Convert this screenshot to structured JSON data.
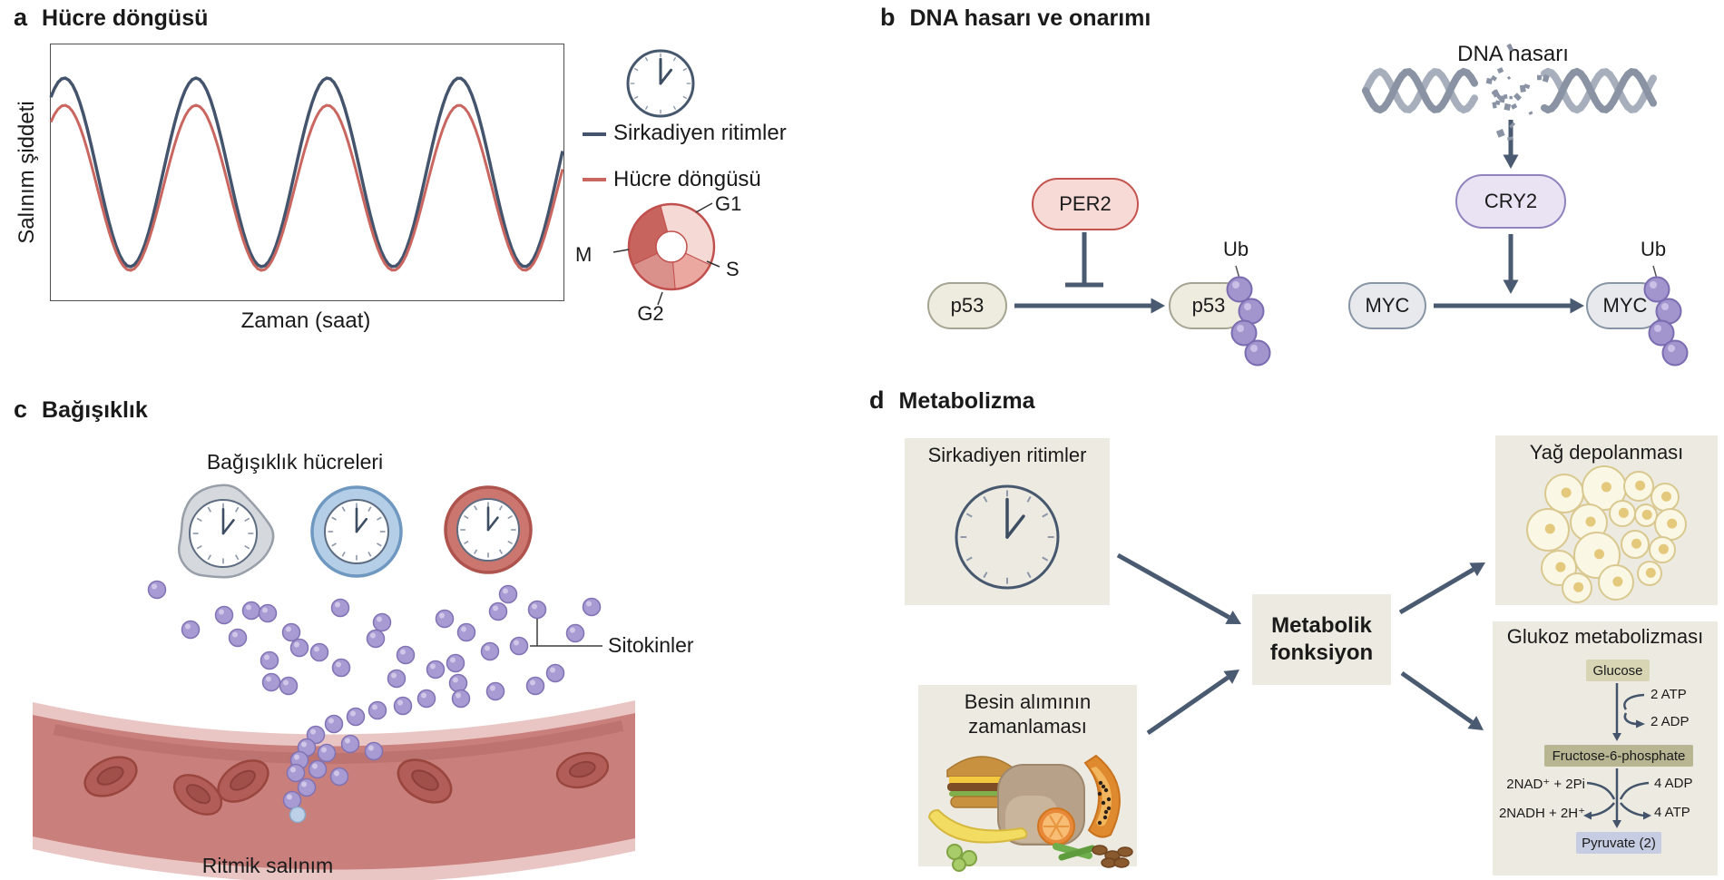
{
  "colors": {
    "accent_dark": "#44546c",
    "accent_red": "#c96660",
    "arrow": "#4a5a70",
    "beige_box": "#edebe1",
    "ub_purple": "#a295ce",
    "per2_fill": "#f7d9d6",
    "per2_border": "#c5534e",
    "cry2_fill": "#e9e3f4",
    "cry2_border": "#9183bd",
    "p53_fill": "#eeecdf",
    "p53_border": "#a6a492",
    "myc_fill": "#e7e9ed",
    "myc_border": "#8795a5",
    "dna_gray": "#8a93a3",
    "vessel_red": "#c97f7b",
    "rbc_red": "#b25d57",
    "cytokine_purple": "#a89bd3",
    "fat_cell": "#fbf7e5",
    "glucose_chip": "#d8d5b4",
    "f6p_chip": "#b7b592",
    "pyruvate_chip": "#c6cce1",
    "cycle_g1": "#f5d9d5",
    "cycle_s": "#eba8a1",
    "cycle_g2": "#db918b",
    "cycle_m": "#c8645e"
  },
  "panel_a": {
    "label": "a",
    "title": "Hücre döngüsü",
    "ylabel": "Salınım şiddeti",
    "xlabel": "Zaman (saat)",
    "legend": [
      {
        "label": "Sirkadiyen ritimler"
      },
      {
        "label": "Hücre döngüsü"
      }
    ],
    "cell_cycle_labels": {
      "g1": "G1",
      "s": "S",
      "g2": "G2",
      "m": "M"
    }
  },
  "chart_data": {
    "type": "line",
    "title": "Hücre döngüsü",
    "xlabel": "Zaman (saat)",
    "ylabel": "Salınım şiddeti",
    "x_ticks": "none",
    "y_ticks": "none",
    "grid": false,
    "cycles_visible": 3.9,
    "series": [
      {
        "name": "Sirkadiyen ritimler",
        "color": "#44546c",
        "relative_amplitude": 1.0
      },
      {
        "name": "Hücre döngüsü",
        "color": "#c96660",
        "relative_amplitude": 0.87
      }
    ],
    "phase": "both sinusoids in phase with identical period; circadian curve has larger amplitude",
    "legend_position": "right"
  },
  "panel_b": {
    "label": "b",
    "title": "DNA hasarı ve onarımı",
    "per2": "PER2",
    "p53": "p53",
    "p53_ub": "p53",
    "ub_left": "Ub",
    "dna_damage": "DNA hasarı",
    "cry2": "CRY2",
    "myc": "MYC",
    "myc_ub": "MYC",
    "ub_right": "Ub"
  },
  "panel_c": {
    "label": "c",
    "title": "Bağışıklık",
    "cells_label": "Bağışıklık hücreleri",
    "cytokines_label": "Sitokinler",
    "secretion_label": "Ritmik salınım"
  },
  "panel_d": {
    "label": "d",
    "title": "Metabolizma",
    "input1": "Sirkadiyen ritimler",
    "input2_line1": "Besin alımının",
    "input2_line2": "zamanlaması",
    "hub_line1": "Metabolik",
    "hub_line2": "fonksiyon",
    "output1": "Yağ depolanması",
    "output2": "Glukoz metabolizması",
    "glycolysis": {
      "glucose": "Glucose",
      "atp_in": "2 ATP",
      "adp_out": "2 ADP",
      "f6p": "Fructose-6-phosphate",
      "nad_in": "2NAD⁺ + 2Pi",
      "adp_in": "4 ADP",
      "nadh_out": "2NADH + 2H⁺",
      "atp_out": "4 ATP",
      "pyruvate": "Pyruvate (2)"
    }
  }
}
